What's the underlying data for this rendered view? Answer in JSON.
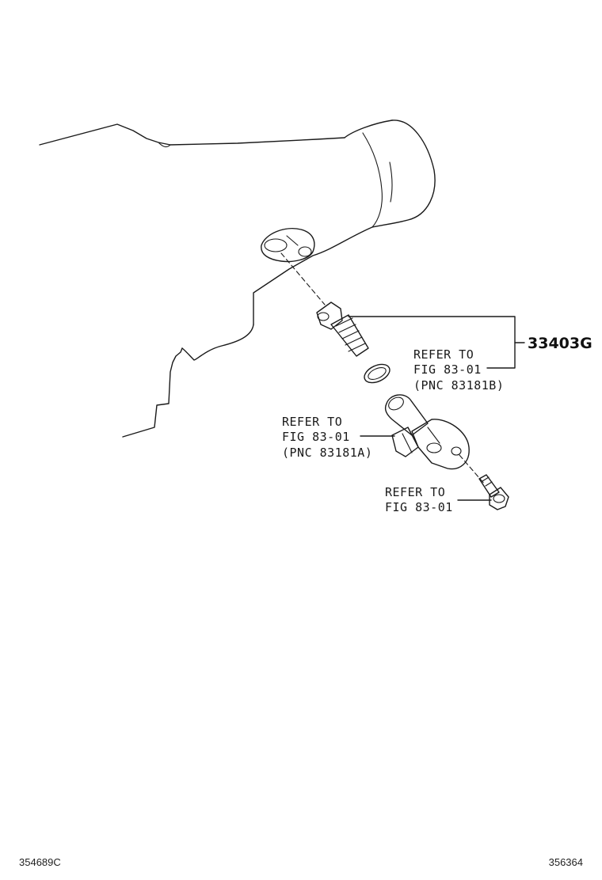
{
  "part_number": "33403G",
  "callouts": {
    "gasket": [
      "REFER TO",
      "FIG 83-01",
      "(PNC 83181B)"
    ],
    "sensor": [
      "REFER TO",
      "FIG 83-01",
      "(PNC 83181A)"
    ],
    "bolt": [
      "REFER TO",
      "FIG 83-01"
    ]
  },
  "footer": {
    "left": "354689C",
    "right": "356364"
  }
}
